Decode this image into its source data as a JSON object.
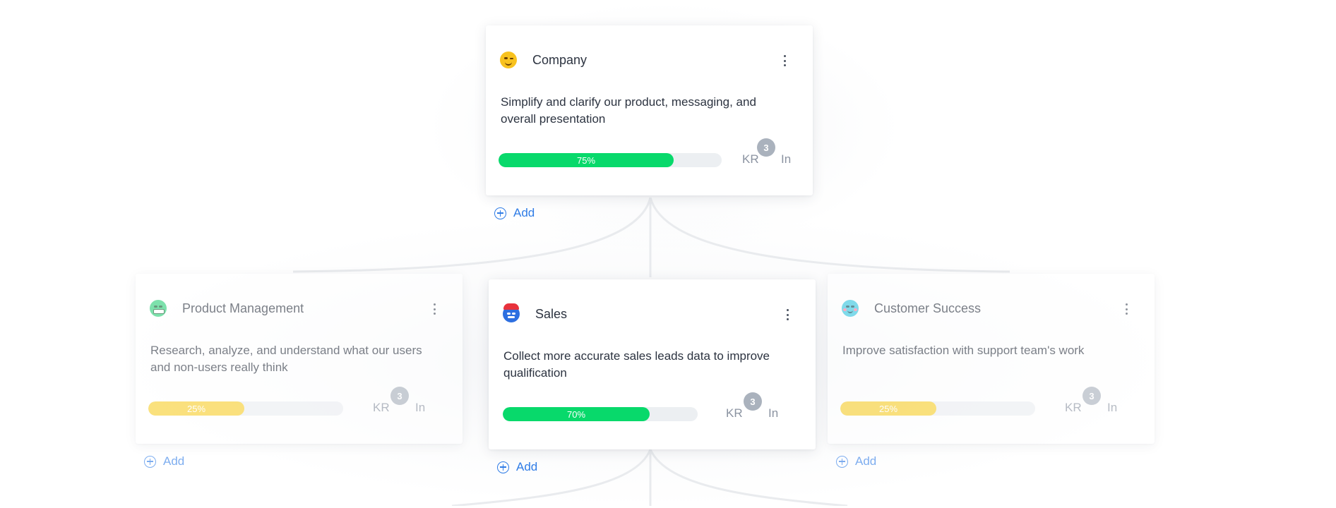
{
  "colors": {
    "accent": "#2f7ce6",
    "progress_green": "#08d96b",
    "progress_yellow": "#f8cf2f",
    "progress_track": "#eceff2",
    "badge": "#aab2bd"
  },
  "cards": {
    "company": {
      "icon": "winking-face-icon",
      "name": "Company",
      "objective": "Simplify and clarify our product, messaging, and overall presentation",
      "progress_label": "75%",
      "progress_value": 0.75,
      "kr_label": "KR",
      "kr_count": "3",
      "in_label": "In",
      "add_label": "Add"
    },
    "product_management": {
      "icon": "grinning-face-icon",
      "name": "Product Management",
      "objective": "Research, analyze, and understand what our users and non-users really think",
      "progress_label": "25%",
      "progress_value": 0.25,
      "kr_label": "KR",
      "kr_count": "3",
      "in_label": "In",
      "add_label": "Add"
    },
    "sales": {
      "icon": "party-face-icon",
      "name": "Sales",
      "objective": "Collect more accurate sales leads data to improve qualification",
      "progress_label": "70%",
      "progress_value": 0.7,
      "kr_label": "KR",
      "kr_count": "3",
      "in_label": "In",
      "add_label": "Add"
    },
    "customer_success": {
      "icon": "smiling-face-icon",
      "name": "Customer Success",
      "objective": "Improve satisfaction with support team's work",
      "progress_label": "25%",
      "progress_value": 0.25,
      "kr_label": "KR",
      "kr_count": "3",
      "in_label": "In",
      "add_label": "Add"
    }
  }
}
